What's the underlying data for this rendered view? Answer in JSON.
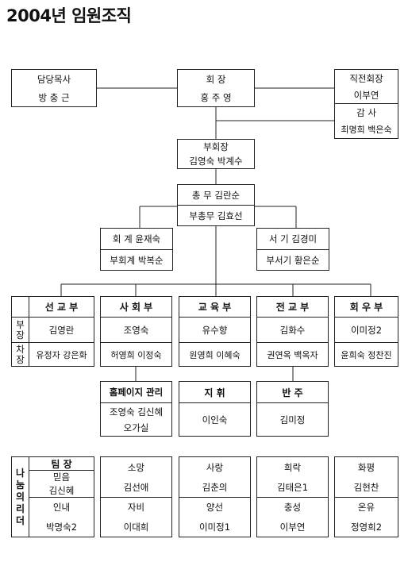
{
  "title": "2004년 임원조직",
  "top": {
    "pastor": {
      "role": "담당목사",
      "name": "방 충 근"
    },
    "president": {
      "role": "회 장",
      "name": "홍 주 영"
    },
    "ex_president": {
      "role": "직전회장",
      "name": "이부연"
    },
    "auditor": {
      "role": "감 사",
      "names": "최명희 백은숙"
    },
    "vice_president": {
      "role": "부회장",
      "names": "김영숙 박계수"
    },
    "general_affairs": {
      "line1": "총 무 김란순",
      "line2": "부총무 김효선"
    },
    "treasurer": {
      "line1": "회 계 윤재숙",
      "line2": "부회계 박복순"
    },
    "secretary": {
      "line1": "서 기 김경미",
      "line2": "부서기 황은순"
    }
  },
  "departments": {
    "side_labels": {
      "head": [
        "부",
        "장"
      ],
      "deputy": [
        "차",
        "장"
      ]
    },
    "columns": [
      {
        "name": "선 교 부",
        "head": "김영란",
        "deputy": "유정자 강은화"
      },
      {
        "name": "사 회 부",
        "head": "조영숙",
        "deputy": "허영희 이정숙"
      },
      {
        "name": "교 육 부",
        "head": "유수향",
        "deputy": "원영희 이혜숙"
      },
      {
        "name": "전 교 부",
        "head": "김화수",
        "deputy": "권연옥 백옥자"
      },
      {
        "name": "회 우 부",
        "head": "이미정2",
        "deputy": "윤희숙 정찬진"
      }
    ]
  },
  "subunits": [
    {
      "name": "홈페이지 관리",
      "lines": [
        "조영숙 김신혜",
        "오가실"
      ]
    },
    {
      "name": "지 휘",
      "lines": [
        "이인숙"
      ]
    },
    {
      "name": "반 주",
      "lines": [
        "김미정"
      ]
    }
  ],
  "sharing_leaders": {
    "side_label": [
      "나",
      "눔",
      "의",
      "리",
      "더"
    ],
    "team_label": "팀 장",
    "first": {
      "top_group": "믿음",
      "top_name": "김신혜",
      "bottom_group": "인내",
      "bottom_name": "박명숙2"
    },
    "columns": [
      {
        "top_group": "소망",
        "top_name": "김선애",
        "bottom_group": "자비",
        "bottom_name": "이대희"
      },
      {
        "top_group": "사랑",
        "top_name": "김춘의",
        "bottom_group": "양선",
        "bottom_name": "이미정1"
      },
      {
        "top_group": "희락",
        "top_name": "김태은1",
        "bottom_group": "충성",
        "bottom_name": "이부연"
      },
      {
        "top_group": "화평",
        "top_name": "김현찬",
        "bottom_group": "온유",
        "bottom_name": "정영희2"
      }
    ]
  }
}
